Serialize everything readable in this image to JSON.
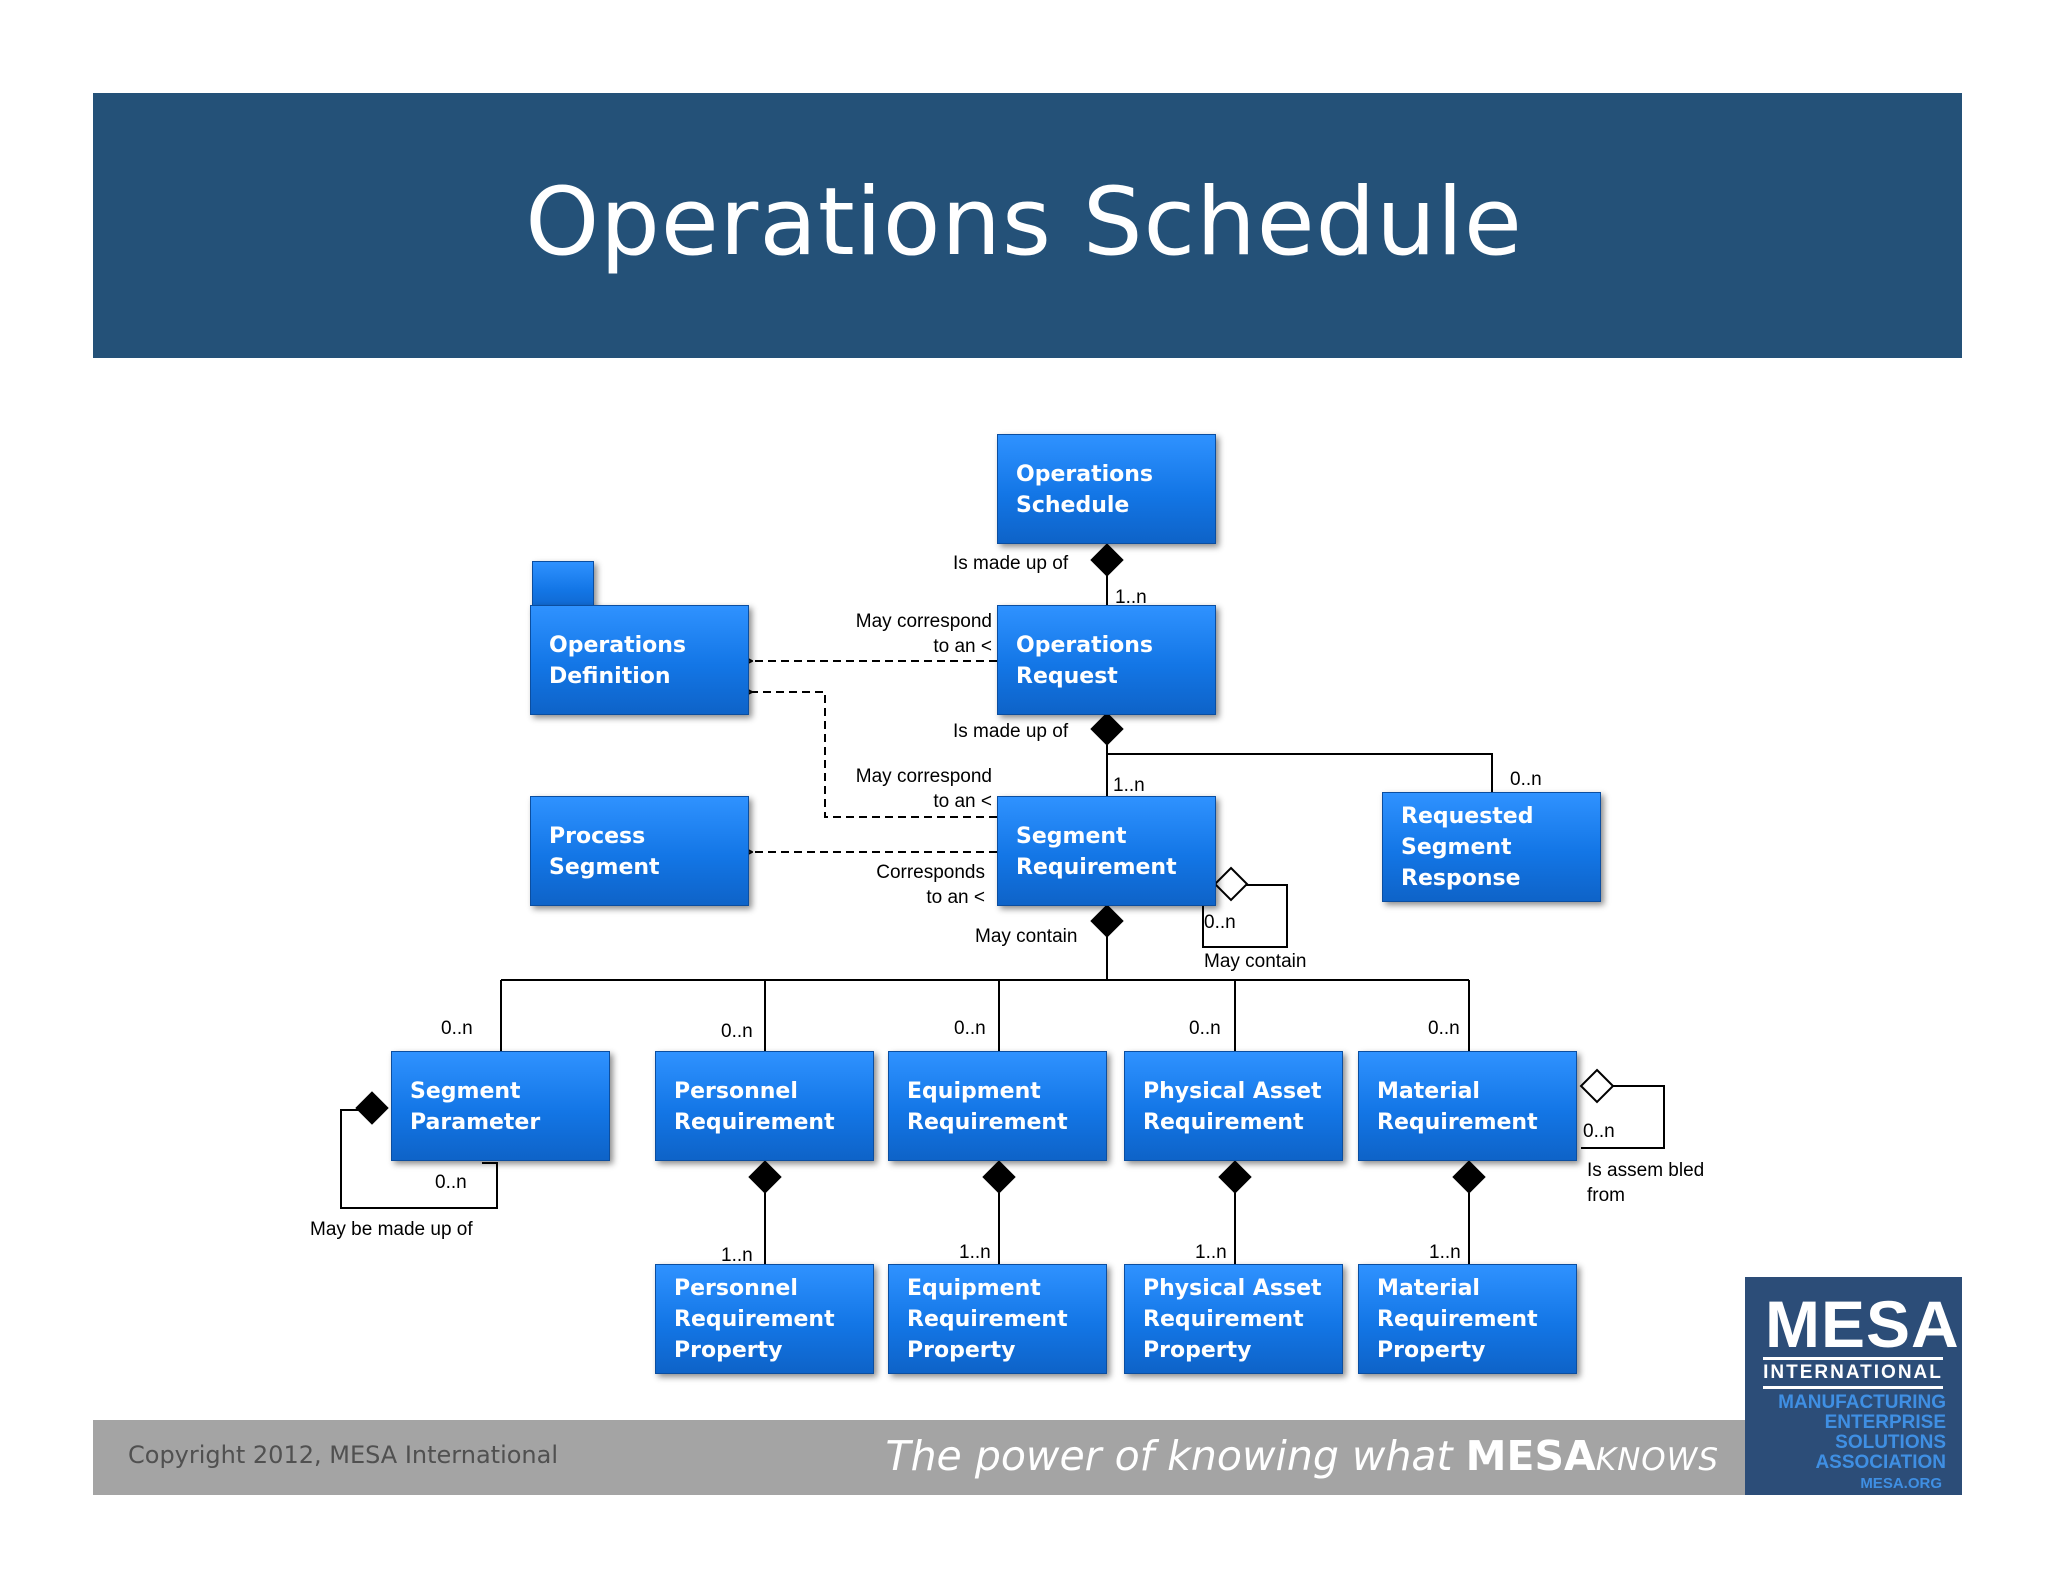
{
  "slide": {
    "title": "Operations Schedule",
    "copyright": "Copyright 2012, MESA International",
    "tagline_prefix": "The power of knowing what ",
    "tagline_brand": "MESA",
    "tagline_suffix": "KNOWS"
  },
  "logo": {
    "name": "MESA",
    "subtitle": "INTERNATIONAL",
    "tagline": "MANUFACTURING\nENTERPRISE\nSOLUTIONS\nASSOCIATION",
    "url": "MESA.ORG"
  },
  "colors": {
    "header": "#245178",
    "box": "#1376e6",
    "footer": "#a4a4a4",
    "logo_bg": "#2c4d78"
  },
  "boxes": {
    "operations_schedule": "Operations\nSchedule",
    "operations_request": "Operations\nRequest",
    "operations_definition": "Operations\nDefinition",
    "process_segment": "Process\nSegment",
    "segment_requirement": "Segment\nRequirement",
    "requested_segment_response": "Requested\nSegment\nResponse",
    "segment_parameter": "Segment\nParameter",
    "personnel_requirement": "Personnel\nRequirement",
    "equipment_requirement": "Equipment\nRequirement",
    "physical_asset_requirement": "Physical Asset\nRequirement",
    "material_requirement": "Material\nRequirement",
    "personnel_requirement_property": "Personnel\nRequirement\nProperty",
    "equipment_requirement_property": "Equipment\nRequirement\nProperty",
    "physical_asset_requirement_property": "Physical Asset\nRequirement\nProperty",
    "material_requirement_property": "Material\nRequirement\nProperty"
  },
  "labels": {
    "is_made_up_of_1": "Is made up of",
    "mult_1n_a": "1..n",
    "may_correspond_1": "May correspond\nto an <",
    "is_made_up_of_2": "Is made up of",
    "may_correspond_2": "May correspond\nto an <",
    "mult_1n_b": "1..n",
    "mult_0n_rsr": "0..n",
    "corresponds": "Corresponds\nto an <",
    "may_contain_1": "May contain",
    "mult_0n_self": "0..n",
    "may_contain_2": "May contain",
    "mult_0n_sp": "0..n",
    "mult_0n_pr": "0..n",
    "mult_0n_er": "0..n",
    "mult_0n_par": "0..n",
    "mult_0n_mr": "0..n",
    "mult_0n_sp_self": "0..n",
    "may_be_made_up_of": "May be made up of",
    "mult_0n_mr_self": "0..n",
    "is_assembled_from": "Is assem bled\nfrom",
    "mult_1n_prp": "1..n",
    "mult_1n_erp": "1..n",
    "mult_1n_parp": "1..n",
    "mult_1n_mrp": "1..n"
  }
}
